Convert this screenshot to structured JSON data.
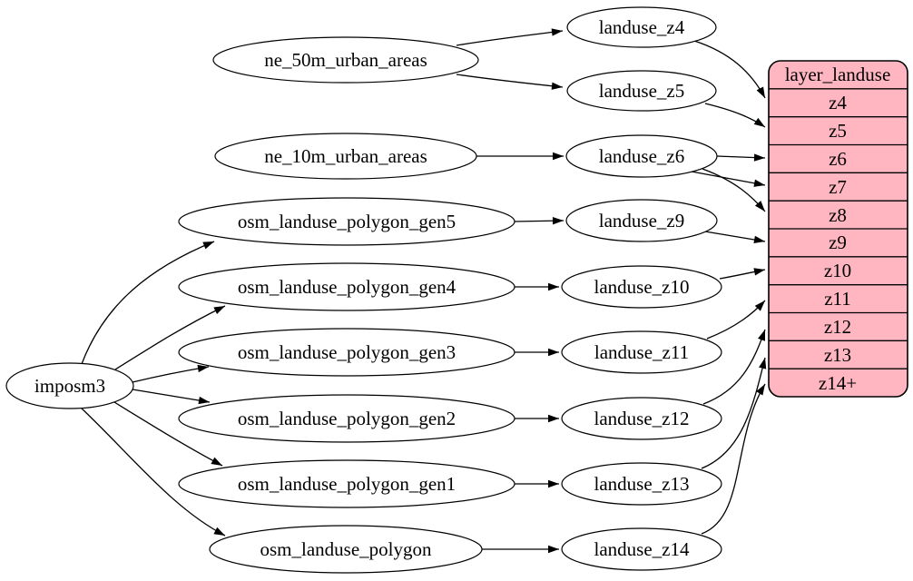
{
  "diagram": {
    "type": "graphviz-digraph",
    "colors": {
      "background": "#ffffff",
      "node_fill": "#ffffff",
      "node_stroke": "#000000",
      "edge_stroke": "#000000",
      "table_fill": "#ffb6c1",
      "table_stroke": "#000000",
      "text": "#000000"
    },
    "nodes": {
      "imposm3": "imposm3",
      "ne_50m_urban_areas": "ne_50m_urban_areas",
      "ne_10m_urban_areas": "ne_10m_urban_areas",
      "osm_landuse_polygon_gen5": "osm_landuse_polygon_gen5",
      "osm_landuse_polygon_gen4": "osm_landuse_polygon_gen4",
      "osm_landuse_polygon_gen3": "osm_landuse_polygon_gen3",
      "osm_landuse_polygon_gen2": "osm_landuse_polygon_gen2",
      "osm_landuse_polygon_gen1": "osm_landuse_polygon_gen1",
      "osm_landuse_polygon": "osm_landuse_polygon",
      "landuse_z4": "landuse_z4",
      "landuse_z5": "landuse_z5",
      "landuse_z6": "landuse_z6",
      "landuse_z9": "landuse_z9",
      "landuse_z10": "landuse_z10",
      "landuse_z11": "landuse_z11",
      "landuse_z12": "landuse_z12",
      "landuse_z13": "landuse_z13",
      "landuse_z14": "landuse_z14"
    },
    "table": {
      "title": "layer_landuse",
      "rows": [
        "z4",
        "z5",
        "z6",
        "z7",
        "z8",
        "z9",
        "z10",
        "z11",
        "z12",
        "z13",
        "z14+"
      ]
    },
    "edges": [
      {
        "from": "imposm3",
        "to": "osm_landuse_polygon_gen5"
      },
      {
        "from": "imposm3",
        "to": "osm_landuse_polygon_gen4"
      },
      {
        "from": "imposm3",
        "to": "osm_landuse_polygon_gen3"
      },
      {
        "from": "imposm3",
        "to": "osm_landuse_polygon_gen2"
      },
      {
        "from": "imposm3",
        "to": "osm_landuse_polygon_gen1"
      },
      {
        "from": "imposm3",
        "to": "osm_landuse_polygon"
      },
      {
        "from": "ne_50m_urban_areas",
        "to": "landuse_z4"
      },
      {
        "from": "ne_50m_urban_areas",
        "to": "landuse_z5"
      },
      {
        "from": "ne_10m_urban_areas",
        "to": "landuse_z6"
      },
      {
        "from": "osm_landuse_polygon_gen5",
        "to": "landuse_z9"
      },
      {
        "from": "osm_landuse_polygon_gen4",
        "to": "landuse_z10"
      },
      {
        "from": "osm_landuse_polygon_gen3",
        "to": "landuse_z11"
      },
      {
        "from": "osm_landuse_polygon_gen2",
        "to": "landuse_z12"
      },
      {
        "from": "osm_landuse_polygon_gen1",
        "to": "landuse_z13"
      },
      {
        "from": "osm_landuse_polygon",
        "to": "landuse_z14"
      },
      {
        "from": "landuse_z4",
        "to": "layer_landuse.z4"
      },
      {
        "from": "landuse_z5",
        "to": "layer_landuse.z5"
      },
      {
        "from": "landuse_z6",
        "to": "layer_landuse.z6"
      },
      {
        "from": "landuse_z6",
        "to": "layer_landuse.z7"
      },
      {
        "from": "landuse_z6",
        "to": "layer_landuse.z8"
      },
      {
        "from": "landuse_z9",
        "to": "layer_landuse.z9"
      },
      {
        "from": "landuse_z10",
        "to": "layer_landuse.z10"
      },
      {
        "from": "landuse_z11",
        "to": "layer_landuse.z11"
      },
      {
        "from": "landuse_z12",
        "to": "layer_landuse.z12"
      },
      {
        "from": "landuse_z13",
        "to": "layer_landuse.z13"
      },
      {
        "from": "landuse_z14",
        "to": "layer_landuse.z14+"
      }
    ]
  }
}
